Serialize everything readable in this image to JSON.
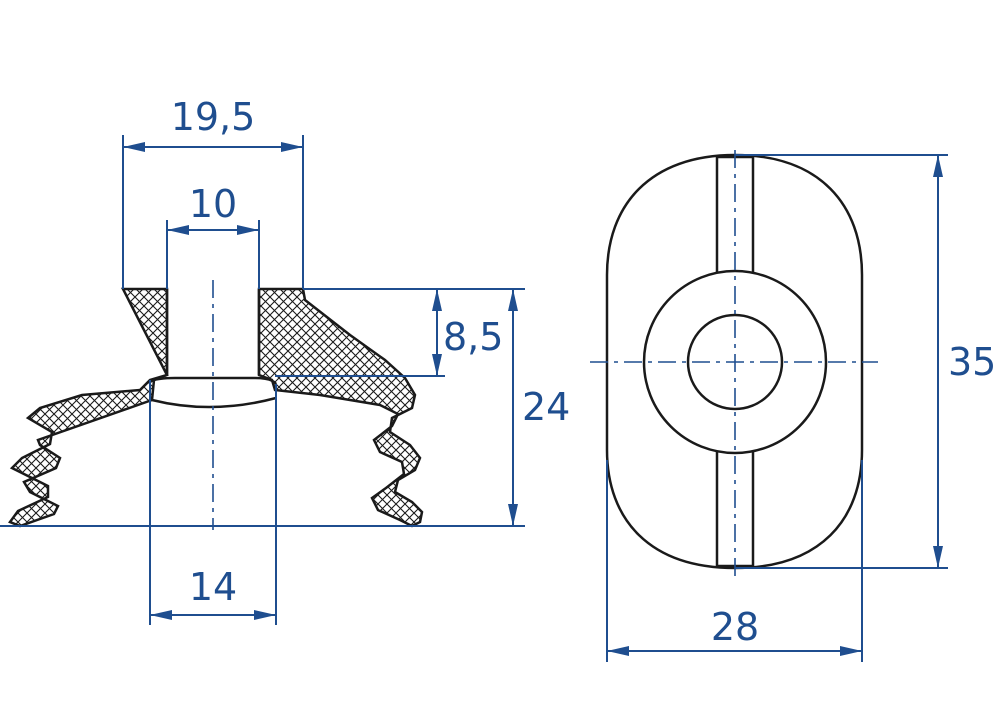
{
  "colors": {
    "dimension": "#1f4e8f",
    "outline": "#1a1a1a",
    "background": "#ffffff"
  },
  "side_view": {
    "dim_top_width": "19,5",
    "dim_bore": "10",
    "dim_upper_height": "8,5",
    "dim_total_height": "24",
    "dim_bottom_inner": "14"
  },
  "top_view": {
    "dim_width": "28",
    "dim_height": "35"
  }
}
